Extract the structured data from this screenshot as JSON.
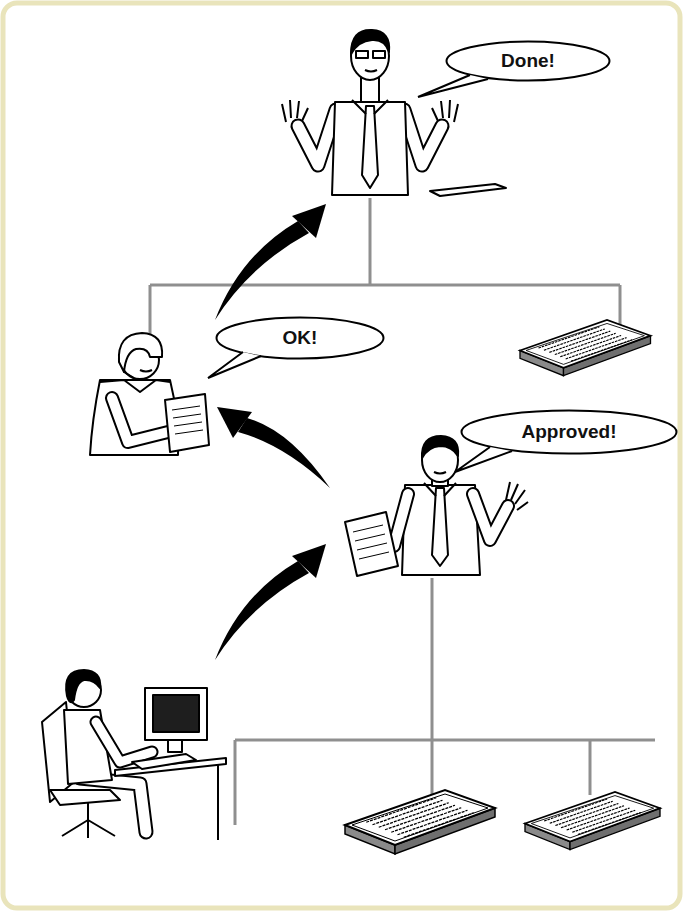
{
  "diagram": {
    "nodes": [
      {
        "text": [
          "Done!"
        ]
      },
      {
        "text": [
          "OK!"
        ]
      },
      {
        "text": [
          "Approved!"
        ]
      }
    ]
  }
}
